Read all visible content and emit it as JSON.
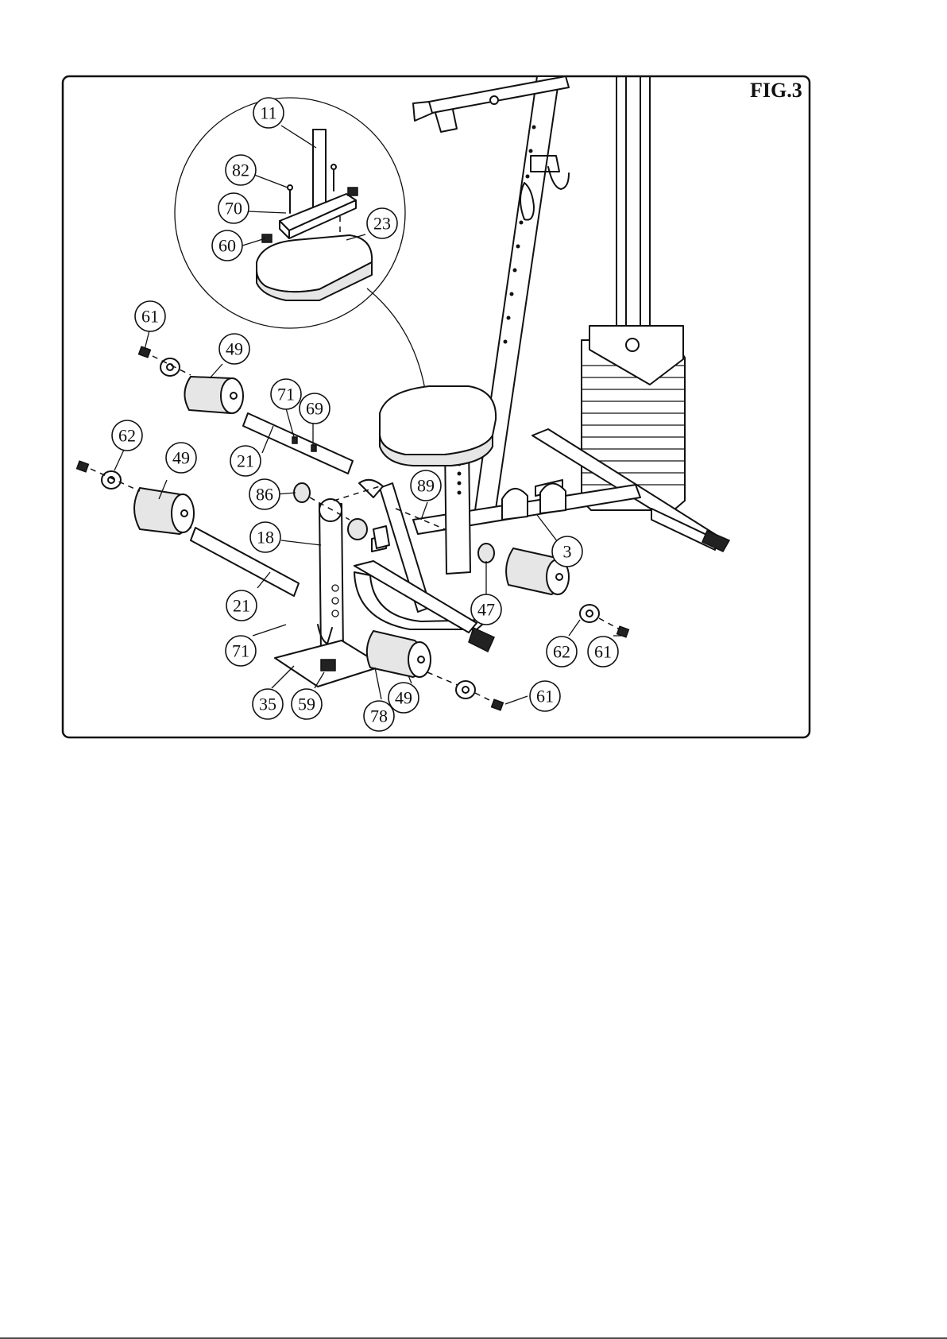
{
  "figure": {
    "title": "FIG.3"
  },
  "callouts": [
    {
      "id": "c11",
      "label": "11"
    },
    {
      "id": "c82",
      "label": "82"
    },
    {
      "id": "c70",
      "label": "70"
    },
    {
      "id": "c60",
      "label": "60"
    },
    {
      "id": "c23",
      "label": "23"
    },
    {
      "id": "c61a",
      "label": "61"
    },
    {
      "id": "c49a",
      "label": "49"
    },
    {
      "id": "c71a",
      "label": "71"
    },
    {
      "id": "c69",
      "label": "69"
    },
    {
      "id": "c21a",
      "label": "21"
    },
    {
      "id": "c62a",
      "label": "62"
    },
    {
      "id": "c49b",
      "label": "49"
    },
    {
      "id": "c86",
      "label": "86"
    },
    {
      "id": "c89",
      "label": "89"
    },
    {
      "id": "c18",
      "label": "18"
    },
    {
      "id": "c3",
      "label": "3"
    },
    {
      "id": "c21b",
      "label": "21"
    },
    {
      "id": "c47",
      "label": "47"
    },
    {
      "id": "c71b",
      "label": "71"
    },
    {
      "id": "c62b",
      "label": "62"
    },
    {
      "id": "c61b",
      "label": "61"
    },
    {
      "id": "c35",
      "label": "35"
    },
    {
      "id": "c59",
      "label": "59"
    },
    {
      "id": "c49c",
      "label": "49"
    },
    {
      "id": "c78",
      "label": "78"
    },
    {
      "id": "c61c",
      "label": "61"
    }
  ]
}
